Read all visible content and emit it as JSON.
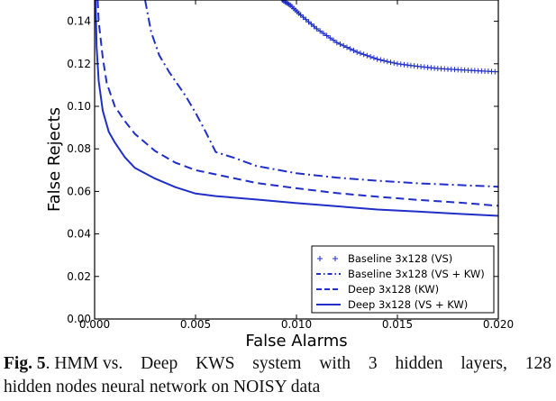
{
  "chart_data": {
    "type": "line",
    "xlabel": "False Alarms",
    "ylabel": "False Rejects",
    "xlim": [
      0,
      0.02
    ],
    "ylim": [
      0,
      0.15
    ],
    "xticks": [
      0,
      0.005,
      0.01,
      0.015,
      0.02
    ],
    "xtick_labels": [
      "0.000",
      "0.005",
      "0.010",
      "0.015",
      "0.020"
    ],
    "yticks": [
      0,
      0.02,
      0.04,
      0.06,
      0.08,
      0.1,
      0.12,
      0.14
    ],
    "ytick_labels": [
      "0.00",
      "0.02",
      "0.04",
      "0.06",
      "0.08",
      "0.10",
      "0.12",
      "0.14"
    ],
    "grid": false,
    "legend_position": "lower-right",
    "colors": {
      "series": "#1f2fc8",
      "axes": "#000000"
    },
    "series": [
      {
        "name": "Baseline 3x128 (VS)",
        "style": "plus-markers",
        "points": [
          [
            0.0093,
            0.15
          ],
          [
            0.0097,
            0.1475
          ],
          [
            0.0102,
            0.143
          ],
          [
            0.011,
            0.1365
          ],
          [
            0.012,
            0.13
          ],
          [
            0.013,
            0.1255
          ],
          [
            0.014,
            0.1222
          ],
          [
            0.015,
            0.12
          ],
          [
            0.016,
            0.1188
          ],
          [
            0.017,
            0.1178
          ],
          [
            0.018,
            0.1172
          ],
          [
            0.019,
            0.1167
          ],
          [
            0.02,
            0.1162
          ]
        ]
      },
      {
        "name": "Baseline 3x128 (VS + KW)",
        "style": "dash-dot",
        "points": [
          [
            0.0025,
            0.15
          ],
          [
            0.0028,
            0.135
          ],
          [
            0.0032,
            0.124
          ],
          [
            0.0037,
            0.116
          ],
          [
            0.0045,
            0.105
          ],
          [
            0.005,
            0.097
          ],
          [
            0.0055,
            0.088
          ],
          [
            0.006,
            0.0785
          ],
          [
            0.007,
            0.0755
          ],
          [
            0.008,
            0.072
          ],
          [
            0.01,
            0.0685
          ],
          [
            0.012,
            0.0665
          ],
          [
            0.014,
            0.065
          ],
          [
            0.016,
            0.0638
          ],
          [
            0.018,
            0.063
          ],
          [
            0.02,
            0.0622
          ]
        ]
      },
      {
        "name": "Deep 3x128 (KW)",
        "style": "dashed",
        "points": [
          [
            0.00015,
            0.15
          ],
          [
            0.0002,
            0.14
          ],
          [
            0.0004,
            0.123
          ],
          [
            0.0006,
            0.111
          ],
          [
            0.001,
            0.1
          ],
          [
            0.0015,
            0.093
          ],
          [
            0.002,
            0.087
          ],
          [
            0.003,
            0.079
          ],
          [
            0.004,
            0.0735
          ],
          [
            0.005,
            0.07
          ],
          [
            0.006,
            0.068
          ],
          [
            0.008,
            0.064
          ],
          [
            0.01,
            0.0615
          ],
          [
            0.012,
            0.0592
          ],
          [
            0.014,
            0.0575
          ],
          [
            0.016,
            0.056
          ],
          [
            0.018,
            0.0548
          ],
          [
            0.02,
            0.0532
          ]
        ]
      },
      {
        "name": "Deep 3x128 (VS + KW)",
        "style": "solid",
        "points": [
          [
            5e-05,
            0.15
          ],
          [
            0.0001,
            0.128
          ],
          [
            0.0002,
            0.112
          ],
          [
            0.0004,
            0.098
          ],
          [
            0.0007,
            0.088
          ],
          [
            0.001,
            0.083
          ],
          [
            0.0015,
            0.076
          ],
          [
            0.002,
            0.071
          ],
          [
            0.003,
            0.066
          ],
          [
            0.004,
            0.062
          ],
          [
            0.005,
            0.059
          ],
          [
            0.006,
            0.0578
          ],
          [
            0.008,
            0.0562
          ],
          [
            0.01,
            0.0545
          ],
          [
            0.012,
            0.053
          ],
          [
            0.014,
            0.0515
          ],
          [
            0.016,
            0.0505
          ],
          [
            0.018,
            0.0495
          ],
          [
            0.02,
            0.0485
          ]
        ]
      }
    ]
  },
  "caption": {
    "label": "Fig. 5",
    "line1_words": [
      ". HMM vs.",
      "Deep",
      "KWS",
      "system",
      "with",
      "3",
      "hidden",
      "layers,",
      "128"
    ],
    "line2": "hidden nodes neural network on NOISY data"
  }
}
